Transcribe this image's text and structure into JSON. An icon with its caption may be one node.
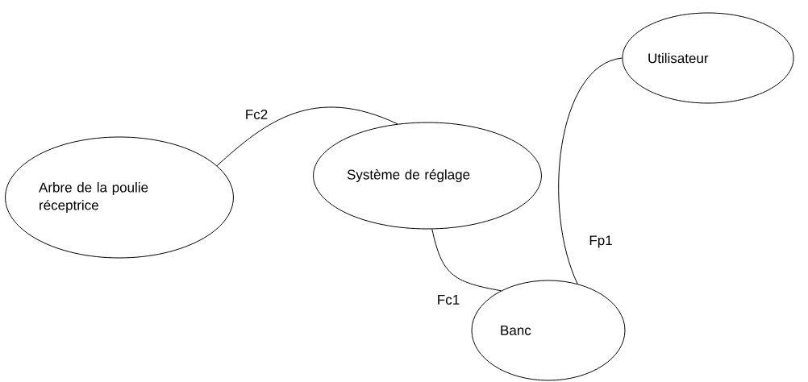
{
  "diagram": {
    "nodes": [
      {
        "text": [
          "Arbre de la poulie réceptrice"
        ]
      },
      {
        "text": [
          "Système de réglage"
        ]
      },
      {
        "text": [
          "Utilisateur"
        ]
      },
      {
        "text": [
          "Banc"
        ]
      }
    ],
    "edges": [
      {
        "from": 0,
        "to": 1,
        "arrow": "none",
        "label": "Fc2"
      },
      {
        "from": 1,
        "to": 3,
        "arrow": "none",
        "label": "Fc1"
      },
      {
        "from": 2,
        "to": 3,
        "arrow": "none",
        "label": "Fp1"
      }
    ]
  }
}
